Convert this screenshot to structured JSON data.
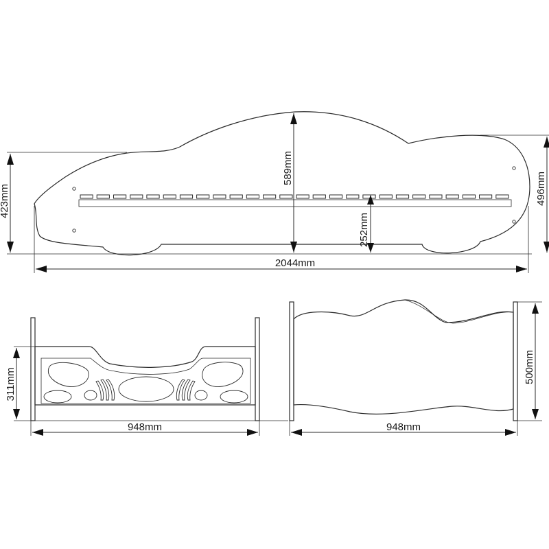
{
  "drawing": {
    "side_view": {
      "length_label": "2044mm",
      "height_label": "589mm",
      "front_height_label": "423mm",
      "rear_height_label": "496mm",
      "frame_height_label": "252mm"
    },
    "front_view": {
      "width_label": "948mm",
      "height_label": "311mm"
    },
    "rear_view": {
      "width_label": "948mm",
      "height_label": "500mm"
    }
  }
}
